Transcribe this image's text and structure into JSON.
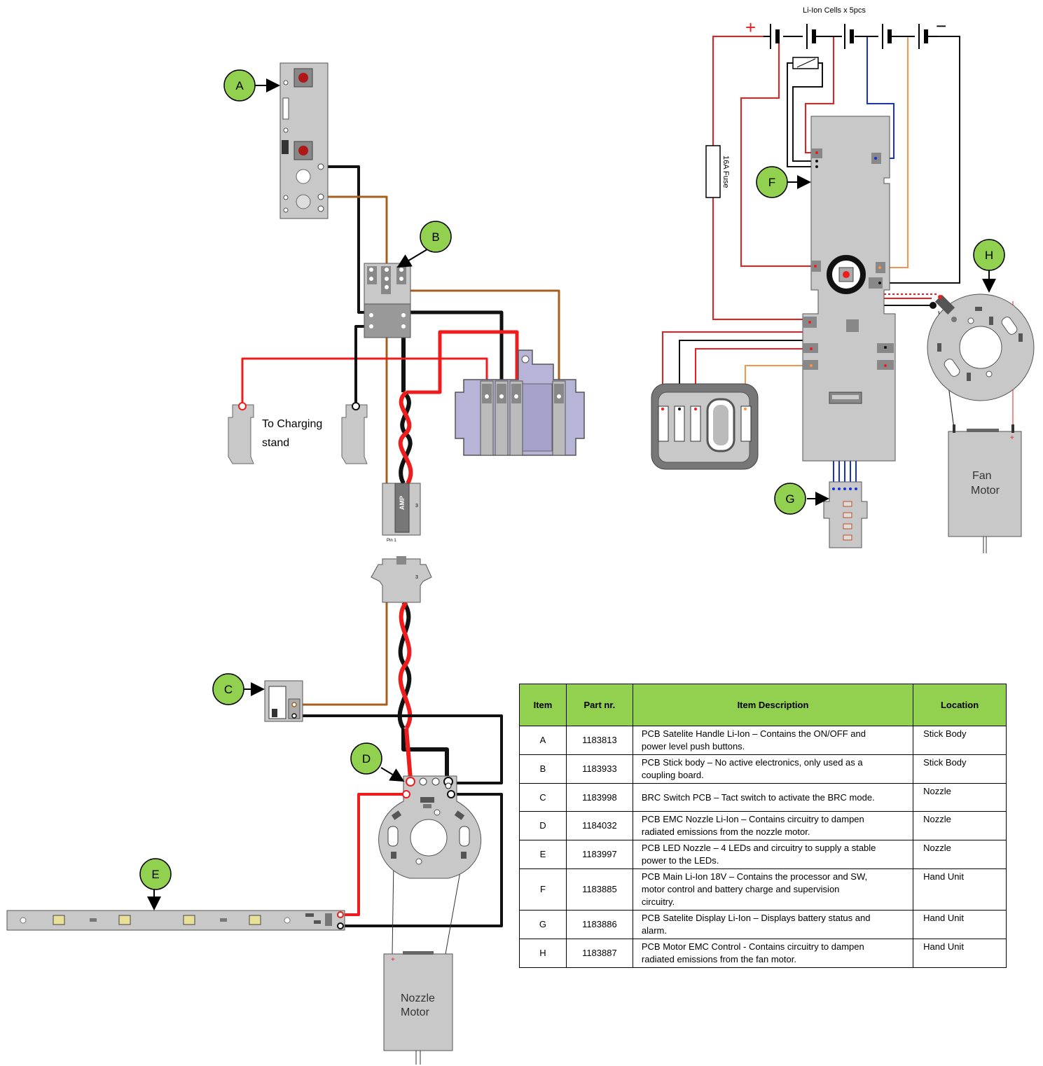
{
  "labels": {
    "callouts": [
      "A",
      "B",
      "C",
      "D",
      "E",
      "F",
      "G",
      "H"
    ],
    "charging_stand": [
      "To Charging",
      "stand"
    ],
    "cells_title": "Li-Ion Cells x 5pcs",
    "fuse": "16A Fuse",
    "plus": "+",
    "minus": "−",
    "fan_motor": [
      "Fan",
      "Motor"
    ],
    "nozzle_motor": [
      "Nozzle",
      "Motor"
    ],
    "amp": "AMP",
    "pin1": "Pin 1",
    "pin3": "3"
  },
  "wire_colors": {
    "red": "#ee1c1c",
    "black": "#111111",
    "brown": "#a5601f",
    "blue": "#1432d8",
    "orange": "#f5944a",
    "callout_green": "#92d050"
  },
  "table": {
    "headers": [
      "Item",
      "Part nr.",
      "Item Description",
      "Location"
    ],
    "rows": [
      {
        "item": "A",
        "part": "1183813",
        "desc": [
          "PCB Satelite Handle Li-Ion – Contains the ON/OFF and",
          "power level push buttons."
        ],
        "loc": "Stick Body"
      },
      {
        "item": "B",
        "part": "1183933",
        "desc": [
          "PCB Stick body – No active electronics, only used as a",
          "coupling board."
        ],
        "loc": "Stick Body"
      },
      {
        "item": "C",
        "part": "1183998",
        "desc": [
          "BRC Switch PCB – Tact switch to activate the BRC mode."
        ],
        "loc": "Nozzle"
      },
      {
        "item": "D",
        "part": "1184032",
        "desc": [
          "PCB EMC Nozzle Li-Ion – Contains circuitry to dampen",
          "radiated emissions from the nozzle motor."
        ],
        "loc": "Nozzle"
      },
      {
        "item": "E",
        "part": "1183997",
        "desc": [
          "PCB LED Nozzle – 4 LEDs and circuitry to supply a stable",
          "power to the LEDs."
        ],
        "loc": "Nozzle"
      },
      {
        "item": "F",
        "part": "1183885",
        "desc": [
          "PCB Main Li-Ion 18V – Contains the processor and SW,",
          "motor control and battery charge and supervision",
          "circuitry."
        ],
        "loc": "Hand Unit"
      },
      {
        "item": "G",
        "part": "1183886",
        "desc": [
          "PCB Satelite Display Li-Ion – Displays battery status and",
          "alarm."
        ],
        "loc": "Hand Unit"
      },
      {
        "item": "H",
        "part": "1183887",
        "desc": [
          "PCB Motor EMC Control - Contains circuitry to dampen",
          "radiated emissions from the fan motor."
        ],
        "loc": "Hand Unit"
      }
    ]
  }
}
